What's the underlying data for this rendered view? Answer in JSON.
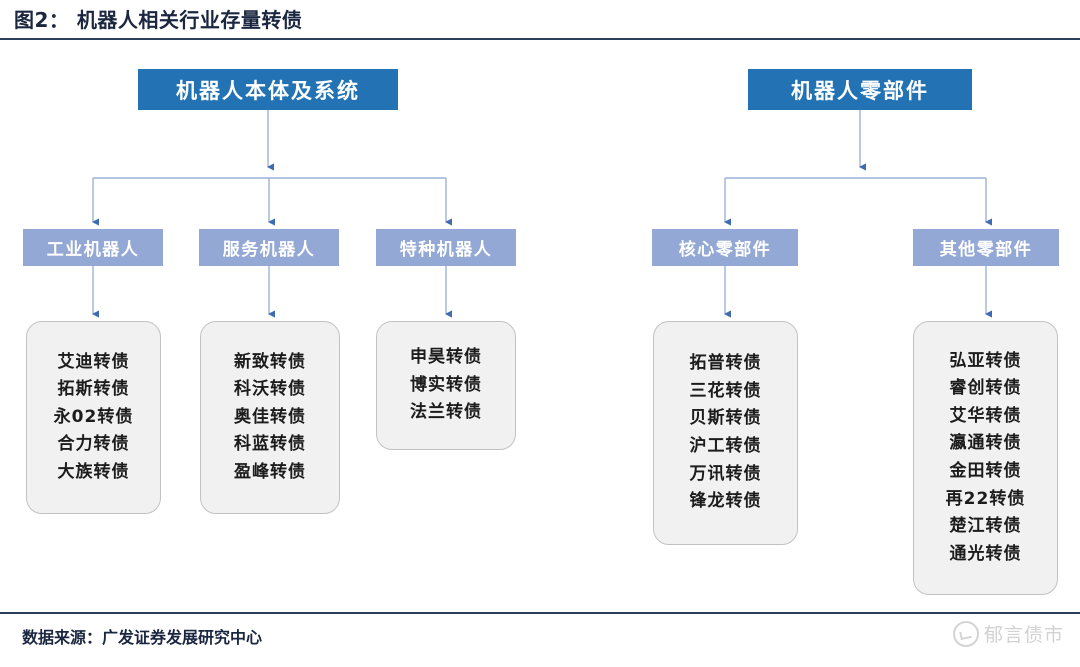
{
  "header": {
    "figure_label": "图2：",
    "title": "图2：  机器人相关行业存量转债"
  },
  "footer": {
    "source": "数据来源：广发证券发展研究中心",
    "watermark": "郁言债市",
    "watermark_icon": "circle-logo-icon"
  },
  "colors": {
    "root_box": "#2272B4",
    "mid_box": "#93A8D4",
    "leaf_box_fill": "#F1F1F1",
    "leaf_box_border": "#C2C2C2",
    "connector": "#9BB2DB",
    "arrow": "#3F6BB0",
    "rule": "#2C3E5C",
    "title_text": "#1B2740"
  },
  "diagram": {
    "type": "tree",
    "roots": [
      {
        "id": "root-main-body",
        "label": "机器人本体及系统",
        "children": [
          {
            "id": "mid-industrial-robot",
            "label": "工业机器人",
            "items": [
              "艾迪转债",
              "拓斯转债",
              "永02转债",
              "合力转债",
              "大族转债"
            ]
          },
          {
            "id": "mid-service-robot",
            "label": "服务机器人",
            "items": [
              "新致转债",
              "科沃转债",
              "奥佳转债",
              "科蓝转债",
              "盈峰转债"
            ]
          },
          {
            "id": "mid-special-robot",
            "label": "特种机器人",
            "items": [
              "申昊转债",
              "博实转债",
              "法兰转债"
            ]
          }
        ]
      },
      {
        "id": "root-components",
        "label": "机器人零部件",
        "children": [
          {
            "id": "mid-core-components",
            "label": "核心零部件",
            "items": [
              "拓普转债",
              "三花转债",
              "贝斯转债",
              "沪工转债",
              "万讯转债",
              "锋龙转债"
            ]
          },
          {
            "id": "mid-other-components",
            "label": "其他零部件",
            "items": [
              "弘亚转债",
              "睿创转债",
              "艾华转债",
              "瀛通转债",
              "金田转债",
              "再22转债",
              "楚江转债",
              "通光转债"
            ]
          }
        ]
      }
    ]
  }
}
